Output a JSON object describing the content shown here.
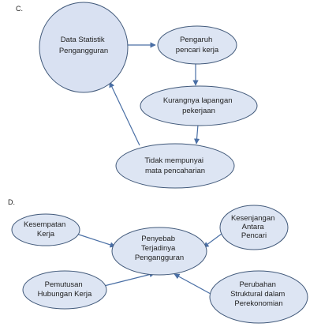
{
  "sections": {
    "c": {
      "label": "C.",
      "nodes": {
        "data_statistik": {
          "lines": [
            "Data Statistik",
            "Pengangguran"
          ]
        },
        "pengaruh_pencari": {
          "lines": [
            "Pengaruh",
            "pencari kerja"
          ]
        },
        "kurangnya_lapangan": {
          "lines": [
            "Kurangnya lapangan",
            "pekerjaan"
          ]
        },
        "tidak_mempunyai": {
          "lines": [
            "Tidak mempunyai",
            "mata pencaharian"
          ]
        }
      }
    },
    "d": {
      "label": "D.",
      "nodes": {
        "penyebab": {
          "lines": [
            "Penyebab",
            "Terjadinya",
            "Pengangguran"
          ]
        },
        "kesempatan": {
          "lines": [
            "Kesempatan",
            "Kerja"
          ]
        },
        "kesenjangan": {
          "lines": [
            "Kesenjangan",
            "Antara",
            "Pencari"
          ]
        },
        "pemutusan": {
          "lines": [
            "Pemutusan",
            "Hubungan Kerja"
          ]
        },
        "perubahan": {
          "lines": [
            "Perubahan",
            "Struktural dalam",
            "Perekonomian"
          ]
        }
      }
    }
  },
  "colors": {
    "node_fill_large": "#d9e1f2",
    "node_fill": "#dde5f3",
    "node_stroke": "#41597a",
    "edge": "#4a6fa5"
  }
}
